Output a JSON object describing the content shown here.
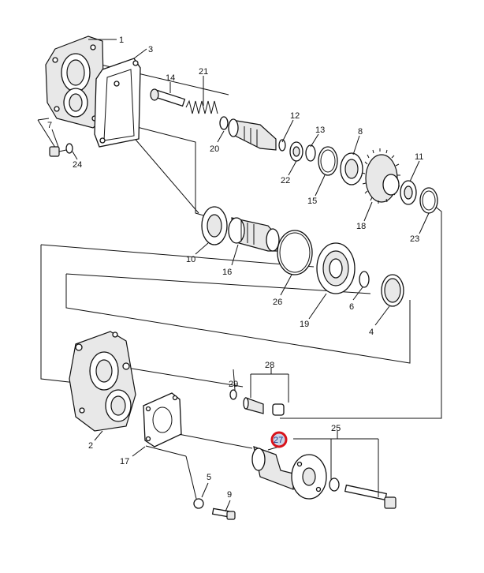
{
  "diagram": {
    "callouts": {
      "c1": "1",
      "c2": "2",
      "c3": "3",
      "c4": "4",
      "c5": "5",
      "c6": "6",
      "c7": "7",
      "c8": "8",
      "c9": "9",
      "c10": "10",
      "c11": "11",
      "c12": "12",
      "c13": "13",
      "c14": "14",
      "c15": "15",
      "c16": "16",
      "c17": "17",
      "c18": "18",
      "c19": "19",
      "c20": "20",
      "c21": "21",
      "c22": "22",
      "c23": "23",
      "c24": "24",
      "c25": "25",
      "c26": "26",
      "c27": "27",
      "c28": "28",
      "c29": "29"
    },
    "highlighted_callout": "27",
    "highlight_color": "#d8141c",
    "highlight_fill": "#c9d3e6"
  }
}
